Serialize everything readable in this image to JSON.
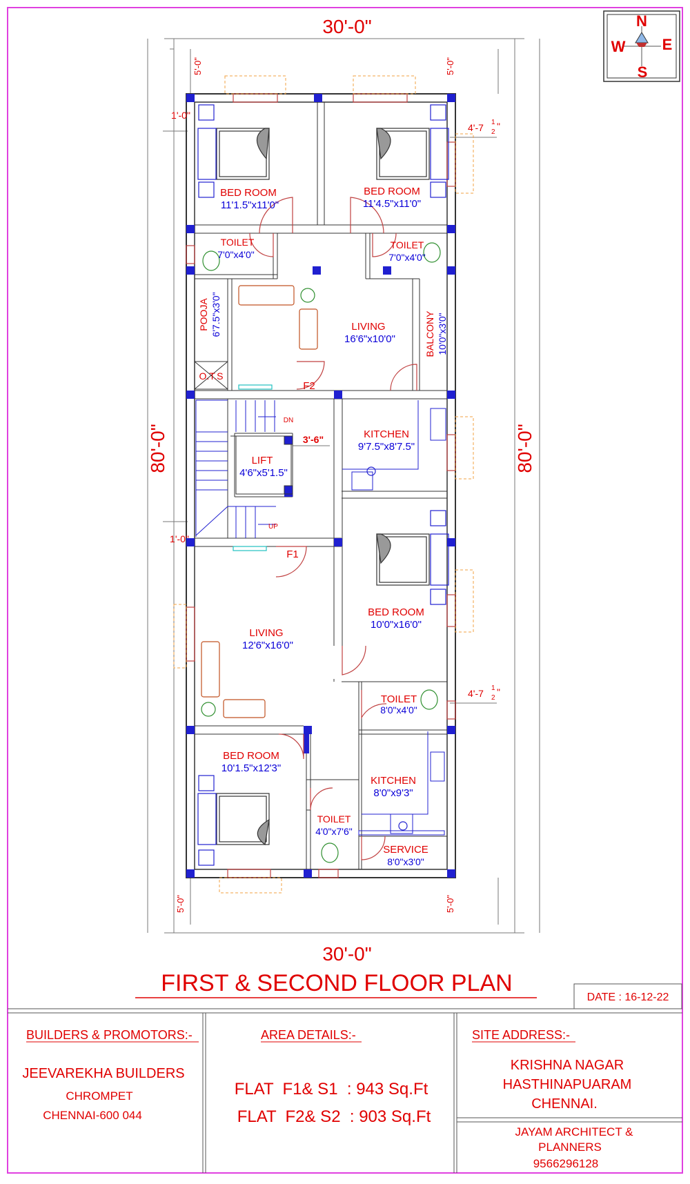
{
  "dimensions": {
    "width_top": "30'-0\"",
    "width_bottom": "30'-0\"",
    "length_left": "80'-0\"",
    "length_right": "80'-0\"",
    "setback_top_left": "5'-0\"",
    "setback_top_right": "5'-0\"",
    "setback_bottom_left": "5'-0\"",
    "setback_bottom_right": "5'-0\"",
    "side_left_top": "1'-0\"",
    "side_left_mid": "1'-0\"",
    "side_right_top": "4'-7",
    "side_right_bottom": "4'-7",
    "frac_num": "1",
    "frac_den": "2",
    "frac_close": "\"",
    "lift_gap": "3'-6\""
  },
  "compass": {
    "n": "N",
    "s": "S",
    "e": "E",
    "w": "W"
  },
  "rooms": {
    "bed1": {
      "label": "BED ROOM",
      "size": "11'1.5\"x11'0\""
    },
    "bed2": {
      "label": "BED ROOM",
      "size": "11'4.5\"x11'0\""
    },
    "toilet1": {
      "label": "TOILET",
      "size": "7'0\"x4'0\""
    },
    "toilet2": {
      "label": "TOILET",
      "size": "7'0\"x4'0\""
    },
    "pooja": {
      "label": "POOJA",
      "size": "6'7.5\"x3'0\""
    },
    "living1": {
      "label": "LIVING",
      "size": "16'6\"x10'0\""
    },
    "balcony": {
      "label": "BALCONY",
      "size": "10'0\"x3'0\""
    },
    "ots": {
      "label": "O.T.S"
    },
    "kitchen1": {
      "label": "KITCHEN",
      "size": "9'7.5\"x8'7.5\""
    },
    "lift": {
      "label": "LIFT",
      "size": "4'6\"x5'1.5\""
    },
    "living2": {
      "label": "LIVING",
      "size": "12'6\"x16'0\""
    },
    "bed3": {
      "label": "BED ROOM",
      "size": "10'0\"x16'0\""
    },
    "toilet3": {
      "label": "TOILET",
      "size": "8'0\"x4'0\""
    },
    "bed4": {
      "label": "BED ROOM",
      "size": "10'1.5\"x12'3\""
    },
    "kitchen2": {
      "label": "KITCHEN",
      "size": "8'0\"x9'3\""
    },
    "toilet4": {
      "label": "TOILET",
      "size": "4'0\"x7'6\""
    },
    "service": {
      "label": "SERVICE",
      "size": "8'0\"x3'0\""
    }
  },
  "markers": {
    "f1": "F1",
    "f2": "F2",
    "dn": "DN",
    "up": "UP"
  },
  "title": "FIRST & SECOND FLOOR PLAN",
  "date": "DATE : 16-12-22",
  "builders": {
    "heading": "BUILDERS & PROMOTORS:-",
    "name": "JEEVAREKHA BUILDERS",
    "line1": "CHROMPET",
    "line2": "CHENNAI-600 044"
  },
  "area": {
    "heading": "AREA DETAILS:-",
    "flat1": "FLAT  F1& S1  : 943 Sq.Ft",
    "flat2": "FLAT  F2& S2  : 903 Sq.Ft"
  },
  "site": {
    "heading": "SITE ADDRESS:-",
    "line1": "KRISHNA NAGAR",
    "line2": "HASTHINAPUARAM",
    "line3": "CHENNAI."
  },
  "architect": {
    "line1": "JAYAM ARCHITECT &",
    "line2": "PLANNERS",
    "phone": "9566296128"
  },
  "colors": {
    "border": "#e040e0",
    "label_red": "#e00000",
    "label_blue": "#0a00d8",
    "column_blue": "#2020d0",
    "window_red": "#c04040",
    "furniture": "#c05020"
  }
}
